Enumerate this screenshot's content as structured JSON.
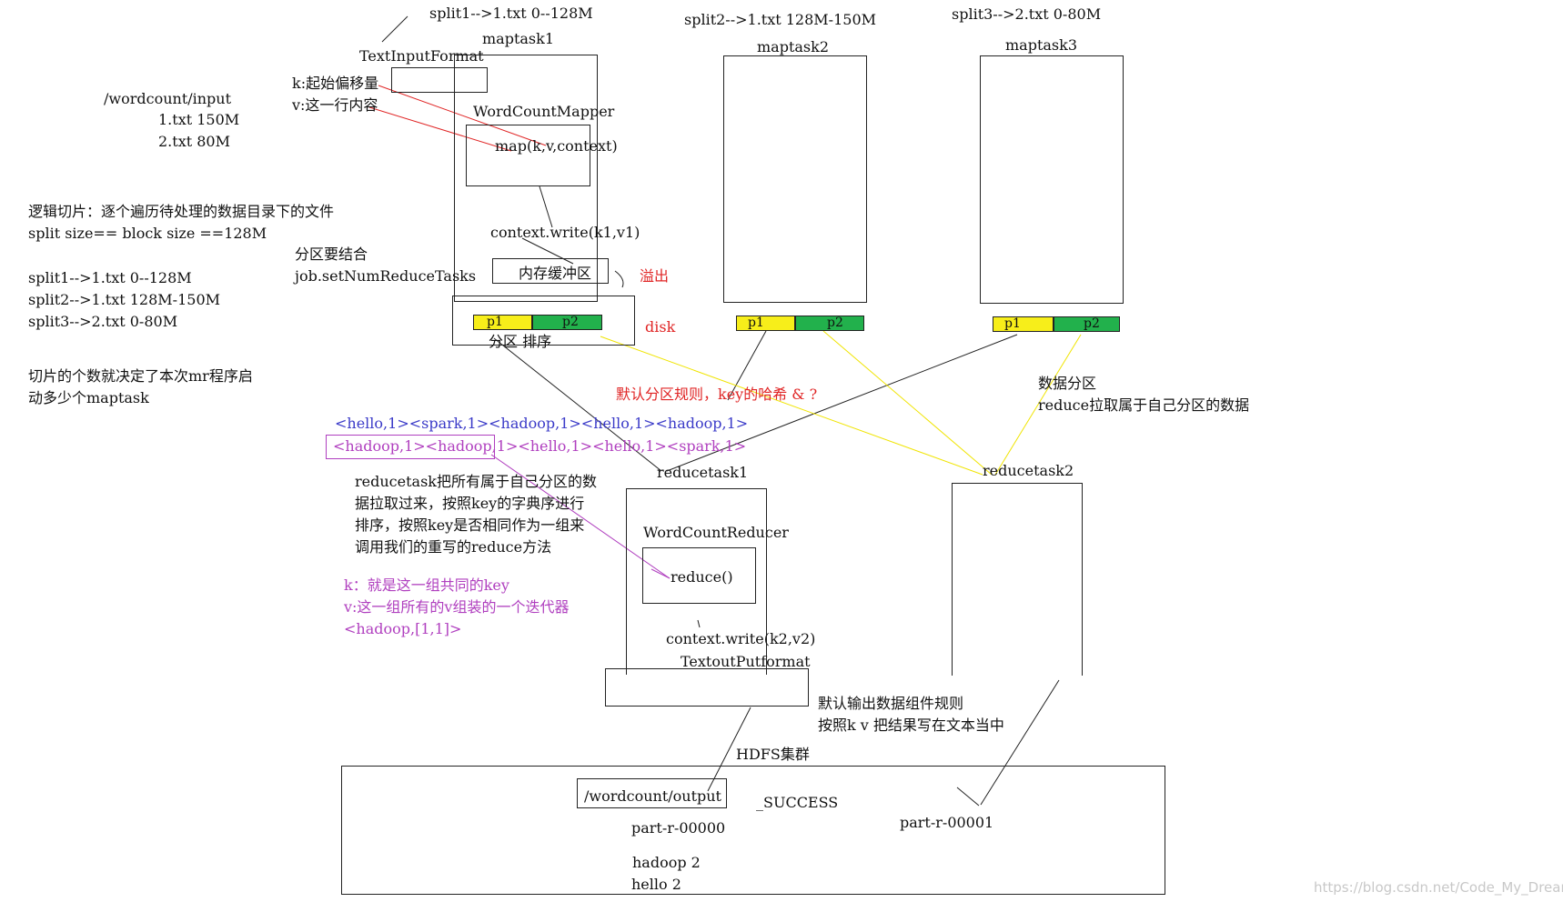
{
  "colors": {
    "partition1": "#f7ee1a",
    "partition2": "#22b14c",
    "annotation_blue": "#3a3ac8",
    "annotation_purple": "#b03fbf",
    "annotation_red": "#e02525"
  },
  "input": {
    "dir": "/wordcount/input",
    "file1": "1.txt 150M",
    "file2": "2.txt 80M"
  },
  "split_notes": {
    "heading": "逻辑切片：逐个遍历待处理的数据目录下的文件",
    "size_rule": "split size== block size ==128M",
    "split1": "split1-->1.txt 0--128M",
    "split2": "split2-->1.txt 128M-150M",
    "split3": "split3-->2.txt 0-80M",
    "count_line1": "切片的个数就决定了本次mr程序启",
    "count_line2": "动多少个maptask"
  },
  "maptasks": [
    {
      "split": "split1-->1.txt 0--128M",
      "name": "maptask1",
      "p1": "p1",
      "p2": "p2"
    },
    {
      "split": "split2-->1.txt 128M-150M",
      "name": "maptask2",
      "p1": "p1",
      "p2": "p2"
    },
    {
      "split": "split3-->2.txt 0-80M",
      "name": "maptask3",
      "p1": "p1",
      "p2": "p2"
    }
  ],
  "maptask1_detail": {
    "input_format": "TextInputFormat",
    "kv_k": "k:起始偏移量",
    "kv_v": "v:这一行内容",
    "mapper": "WordCountMapper",
    "map_call": "map(k,v,context)",
    "write_call": "context.write(k1,v1)",
    "buffer": "内存缓冲区",
    "spill": "溢出",
    "disk": "disk",
    "partition_sort": "分区  排序",
    "partition_note1": "分区要结合",
    "partition_note2": "job.setNumReduceTasks"
  },
  "shuffle_notes": {
    "default_rule": "默认分区规则，key的哈希  &   ?",
    "data_partition": "数据分区",
    "reduce_pull": "reduce拉取属于自己分区的数据"
  },
  "kv_sequences": {
    "line1": "<hello,1><spark,1><hadoop,1><hello,1><hadoop,1>",
    "line2": "<hadoop,1><hadoop,1><hello,1><hello,1><spark,1>"
  },
  "reduce_notes": {
    "l1": "reducetask把所有属于自己分区的数",
    "l2": "据拉取过来，按照key的字典序进行",
    "l3": "排序，按照key是否相同作为一组来",
    "l4": "调用我们的重写的reduce方法",
    "k": "k：就是这一组共同的key",
    "v": "v:这一组所有的v组装的一个迭代器",
    "example": "<hadoop,[1,1]>"
  },
  "reducetasks": [
    {
      "name": "reducetask1"
    },
    {
      "name": "reducetask2"
    }
  ],
  "reducetask1_detail": {
    "reducer": "WordCountReducer",
    "reduce_call": "reduce()",
    "write_call": "context.write(k2,v2)",
    "output_format": "TextoutPutformat"
  },
  "output_notes": {
    "l1": "默认输出数据组件规则",
    "l2": "按照k v 把结果写在文本当中"
  },
  "hdfs": {
    "label": "HDFS集群",
    "output_dir": "/wordcount/output",
    "success": "_SUCCESS",
    "part0": "part-r-00000",
    "part1": "part-r-00001",
    "result1": "hadoop 2",
    "result2": "hello 2"
  },
  "watermark": "https://blog.csdn.net/Code_My_Dream"
}
